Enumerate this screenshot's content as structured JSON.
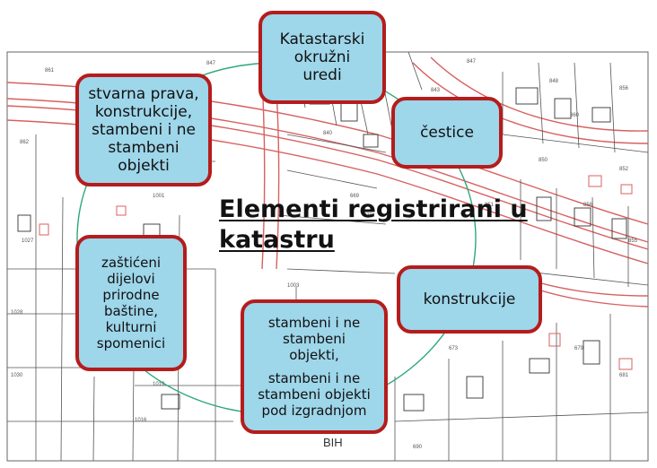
{
  "title": {
    "line1": "Elementi registrirani u",
    "line2": "katastru"
  },
  "nodes": {
    "offices": {
      "lines": [
        "Katastarski",
        "okružni",
        "uredi"
      ]
    },
    "parcels": {
      "lines": [
        "čestice"
      ]
    },
    "constructions": {
      "lines": [
        "konstrukcije"
      ]
    },
    "residential": {
      "lines": [
        "stambeni i ne",
        "stambeni",
        "objekti,",
        "stambeni i ne",
        "stambeni objekti",
        "pod izgradnjom"
      ]
    },
    "heritage": {
      "lines": [
        "zaštićeni",
        "dijelovi",
        "prirodne",
        "baštine,",
        "kulturni",
        "spomenici"
      ]
    },
    "rights": {
      "lines": [
        "stvarna prava,",
        "konstrukcije,",
        "stambeni i ne",
        "stambeni",
        "objekti"
      ]
    }
  },
  "footer": {
    "text": "BIH"
  },
  "colors": {
    "node_fill": "#9ed6ea",
    "node_border": "#b51c1c",
    "ring": "#2aa878",
    "map_lines": "#d86060"
  }
}
